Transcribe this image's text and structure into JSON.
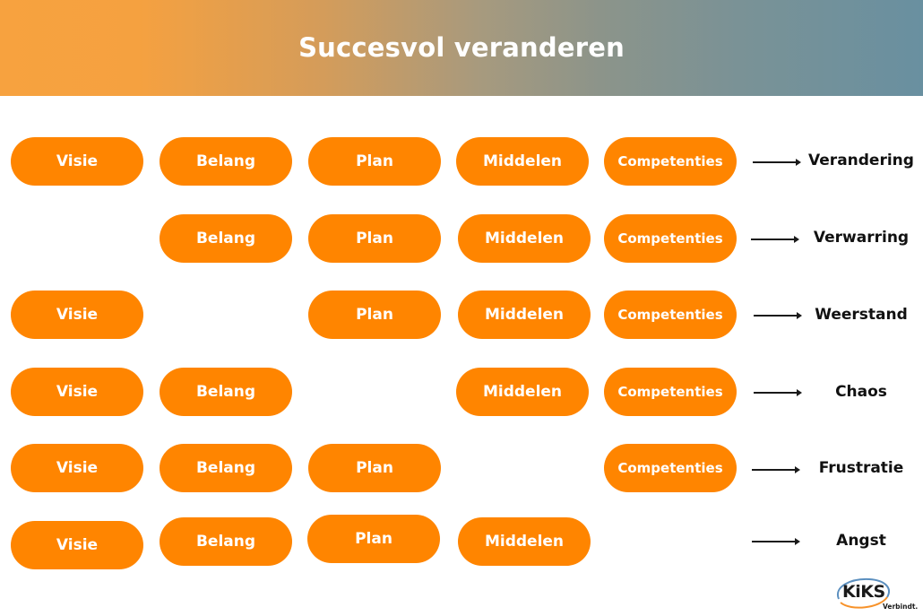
{
  "header": {
    "title": "Succesvol veranderen",
    "gradient_colors": [
      "#F7A23F",
      "#6990A0"
    ]
  },
  "pill_color": "#FF8500",
  "rows": [
    {
      "pills": [
        "Visie",
        "Belang",
        "Plan",
        "Middelen",
        "Competenties"
      ],
      "outcome": "Verandering"
    },
    {
      "pills": [
        "",
        "Belang",
        "Plan",
        "Middelen",
        "Competenties"
      ],
      "outcome": "Verwarring"
    },
    {
      "pills": [
        "Visie",
        "",
        "Plan",
        "Middelen",
        "Competenties"
      ],
      "outcome": "Weerstand"
    },
    {
      "pills": [
        "Visie",
        "Belang",
        "",
        "Middelen",
        "Competenties"
      ],
      "outcome": "Chaos"
    },
    {
      "pills": [
        "Visie",
        "Belang",
        "Plan",
        "",
        "Competenties"
      ],
      "outcome": "Frustratie"
    },
    {
      "pills": [
        "Visie",
        "Belang",
        "Plan",
        "Middelen",
        ""
      ],
      "outcome": "Angst"
    }
  ],
  "logo": {
    "text": "KiKS",
    "tagline": "Verbindt."
  }
}
